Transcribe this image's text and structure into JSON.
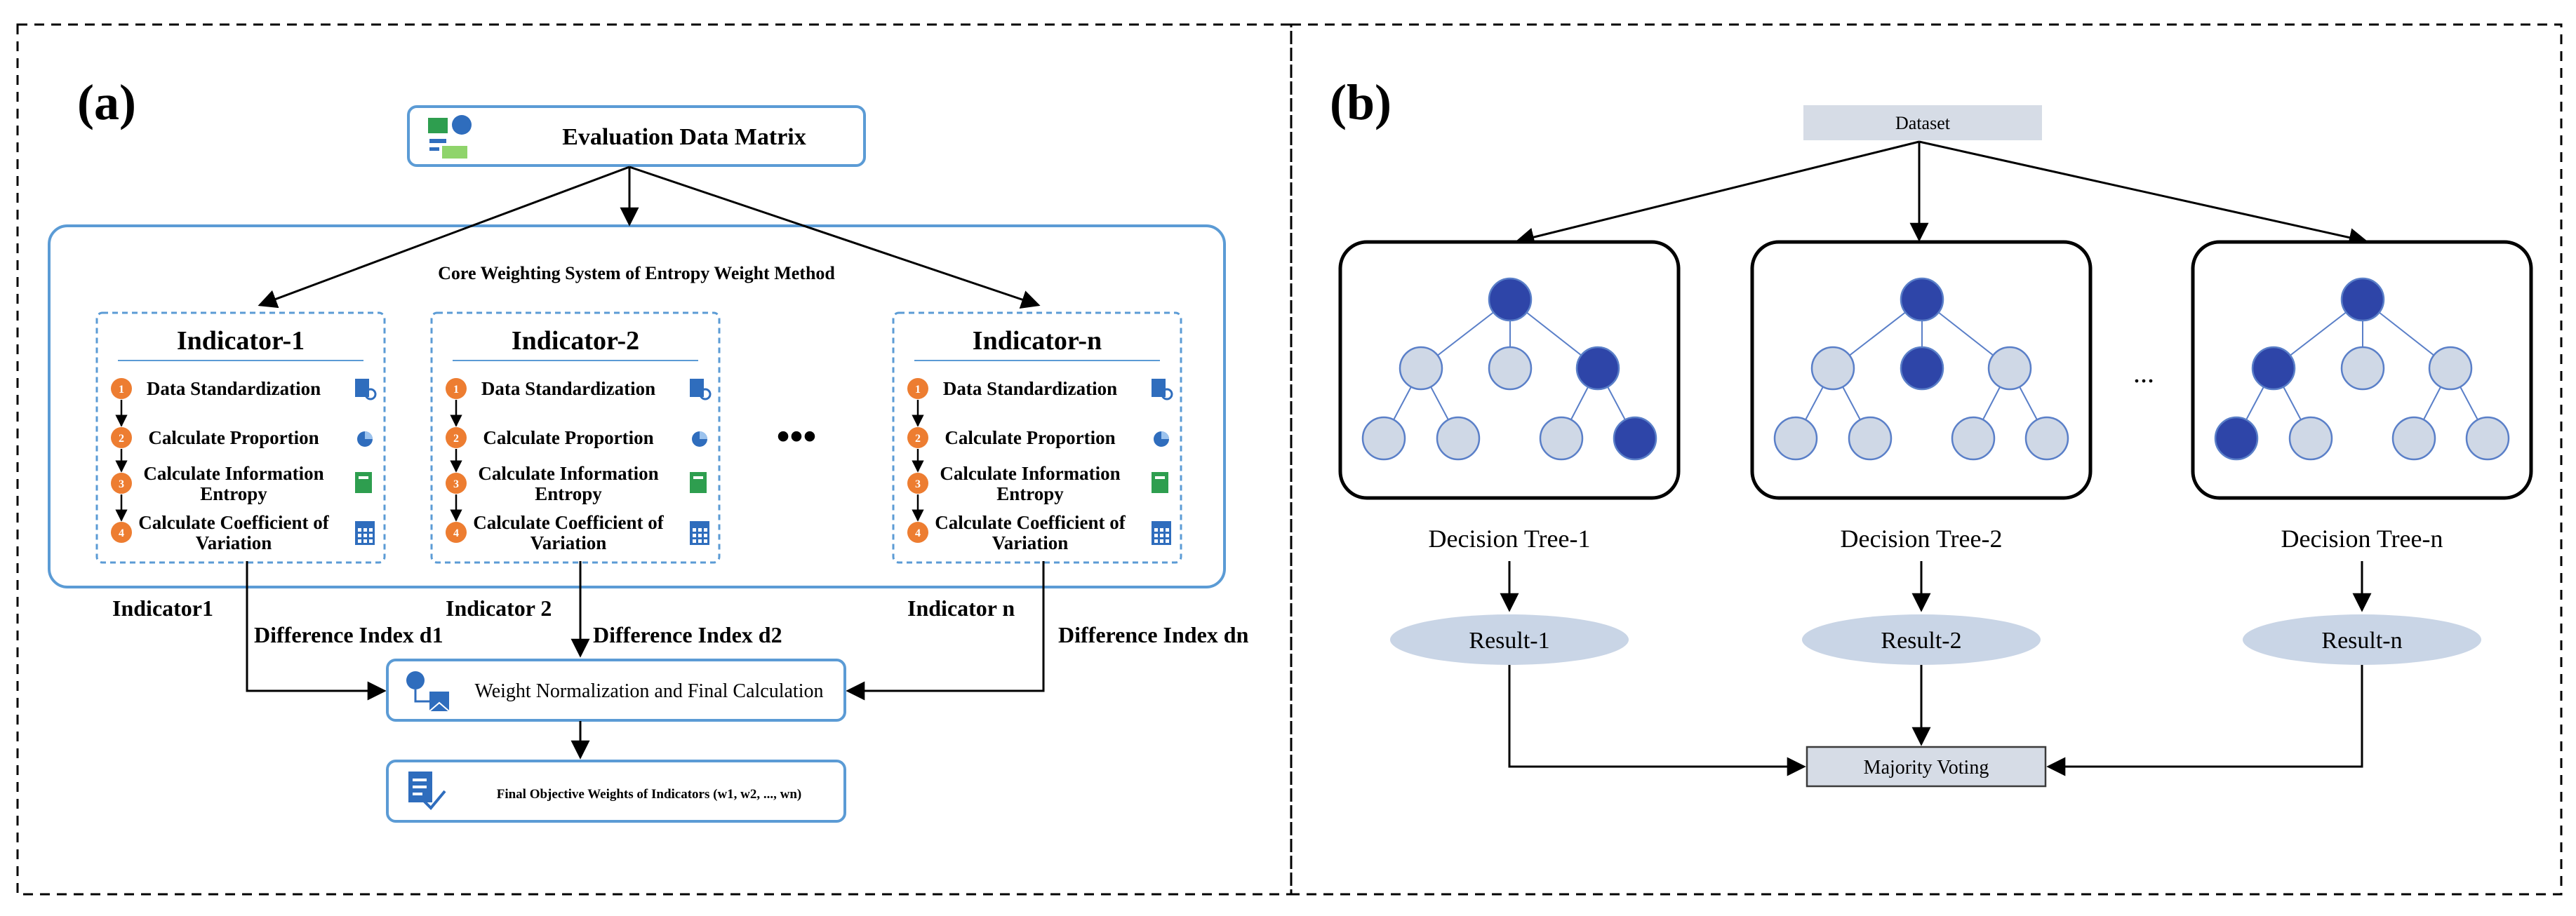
{
  "panel_a": {
    "label": "(a)",
    "top_box": "Evaluation Data Matrix",
    "core_title": "Core Weighting System of Entropy Weight Method",
    "indicators": [
      {
        "title": "Indicator-1",
        "steps": [
          {
            "num": "1",
            "text": "Data Standardization"
          },
          {
            "num": "2",
            "text": "Calculate Proportion"
          },
          {
            "num": "3",
            "text": "Calculate Information\nEntropy"
          },
          {
            "num": "4",
            "text": "Calculate Coefficient of\nVariation"
          }
        ]
      },
      {
        "title": "Indicator-2",
        "steps": [
          {
            "num": "1",
            "text": "Data Standardization"
          },
          {
            "num": "2",
            "text": "Calculate Proportion"
          },
          {
            "num": "3",
            "text": "Calculate Information\nEntropy"
          },
          {
            "num": "4",
            "text": "Calculate Coefficient of\nVariation"
          }
        ]
      },
      {
        "title": "Indicator-n",
        "steps": [
          {
            "num": "1",
            "text": "Data Standardization"
          },
          {
            "num": "2",
            "text": "Calculate Proportion"
          },
          {
            "num": "3",
            "text": "Calculate Information\nEntropy"
          },
          {
            "num": "4",
            "text": "Calculate Coefficient of\nVariation"
          }
        ]
      }
    ],
    "ellipsis": "•••",
    "bottom_labels": {
      "ind1": "Indicator1",
      "ind2": "Indicator 2",
      "indn": "Indicator n",
      "d1": "Difference Index d1",
      "d2": "Difference Index d2",
      "dn": "Difference Index dn"
    },
    "normalization_box": "Weight Normalization and Final Calculation",
    "final_box": "Final Objective Weights of Indicators (w1, w2, ..., wn)"
  },
  "panel_b": {
    "label": "(b)",
    "dataset": "Dataset",
    "trees": [
      {
        "name": "Decision Tree-1",
        "result": "Result-1",
        "highlight": [
          0,
          3,
          7
        ]
      },
      {
        "name": "Decision Tree-2",
        "result": "Result-2",
        "highlight": [
          0,
          2
        ]
      },
      {
        "name": "Decision Tree-n",
        "result": "Result-n",
        "highlight": [
          0,
          1,
          4
        ]
      }
    ],
    "ellipsis": "...",
    "voting": "Majority Voting"
  },
  "colors": {
    "box_border": "#5b9bd5",
    "dashed_border": "#5b9bd5",
    "step_circle": "#ed7d31",
    "node_fill": "#cfd8e6",
    "node_dark": "#2e45a8",
    "node_stroke": "#5a7fc8",
    "result_fill": "#c9d5e6",
    "dataset_fill": "#d6dce6",
    "voting_fill": "#d6dce6",
    "text": "#000000",
    "icon_blue": "#2f6dbd",
    "icon_green": "#2e9e4f"
  }
}
